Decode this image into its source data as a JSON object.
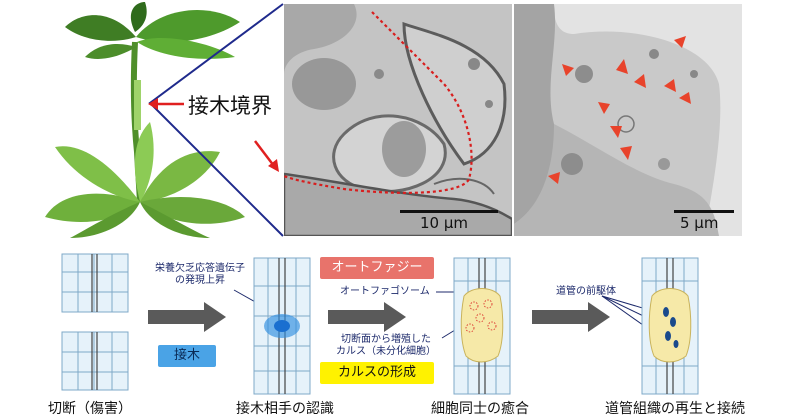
{
  "top": {
    "graft_label": "接木境界",
    "scale_left": "10 µm",
    "scale_right": "5 µm"
  },
  "bottom": {
    "callout_gene": [
      "栄養欠乏応答遺伝子",
      "の発現上昇"
    ],
    "callout_autophagosome": "オートファゴソーム",
    "callout_callus": [
      "切断面から増殖した",
      "カルス（未分化細胞）"
    ],
    "callout_vessel": "道管の前駆体",
    "badge_graft": "接木",
    "badge_autophagy": "オートファジー",
    "badge_callus": "カルスの形成",
    "stages": [
      "切断（傷害）",
      "接木相手の認識",
      "細胞同士の癒合",
      "道管組織の再生と接続"
    ]
  },
  "colors": {
    "autophagy_badge": "#e8736b",
    "callus_badge": "#fff200",
    "graft_badge": "#4aa3e6",
    "arrow_gray": "#5a5a5a",
    "dashed_red": "#d81e1e",
    "arrowhead_red": "#e8432b",
    "frame_blue": "#1f2a8c"
  }
}
